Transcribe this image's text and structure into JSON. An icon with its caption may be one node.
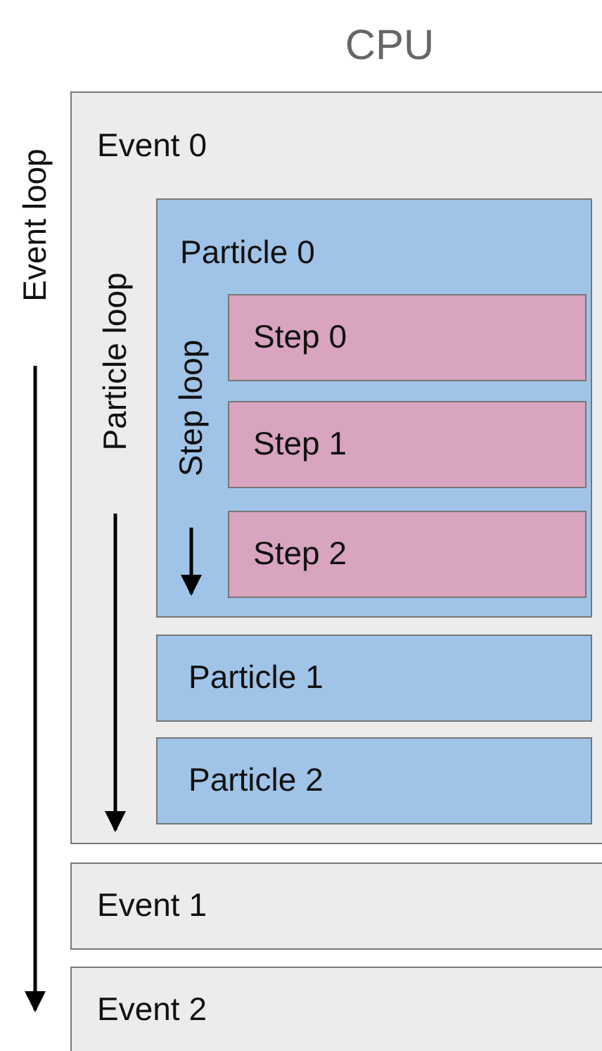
{
  "diagram": {
    "title": "CPU",
    "nodes": [
      {
        "text": [
          "Event 0"
        ]
      },
      {
        "text": [
          "Particle 0"
        ],
        "in": 0
      },
      {
        "text": [
          "Step 0"
        ],
        "in": 1
      },
      {
        "text": [
          "Step 1"
        ],
        "in": 1
      },
      {
        "text": [
          "Step 2"
        ],
        "in": 1
      },
      {
        "text": [
          "Particle 1"
        ],
        "in": 0
      },
      {
        "text": [
          "Particle 2"
        ],
        "in": 0
      },
      {
        "text": [
          "Event 1"
        ]
      },
      {
        "text": [
          "Event 2"
        ]
      }
    ],
    "labels": [
      "Event loop",
      "Particle loop",
      "Step loop"
    ]
  }
}
